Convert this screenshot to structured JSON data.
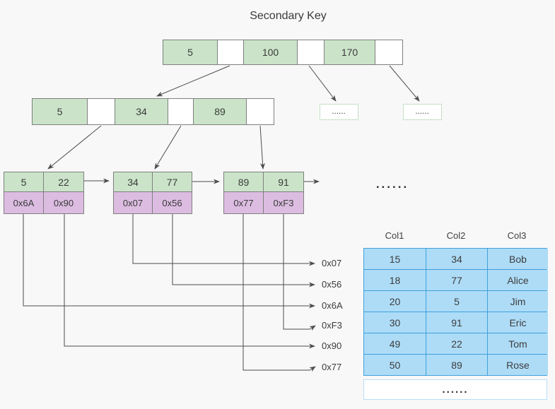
{
  "title": "Secondary Key",
  "colors": {
    "background": "#F8F8F8",
    "key_cell_fill": "#CBE4C9",
    "pointer_cell_fill": "#FFFFFF",
    "address_cell_fill": "#DCBDE1",
    "cell_border": "#7F7F7F",
    "dotted_box_border": "#8FBF8F",
    "arrow": "#4D4D4D",
    "table_cell_fill": "#AEDCF7",
    "table_border": "#3FA0DC"
  },
  "root_node": {
    "keys": [
      "5",
      "100",
      "170"
    ]
  },
  "internal_node": {
    "keys": [
      "5",
      "34",
      "89"
    ]
  },
  "ellipsis_boxes": {
    "left": "......",
    "right": "......"
  },
  "leaf_nodes": [
    {
      "keys": [
        "5",
        "22"
      ],
      "addresses": [
        "0x6A",
        "0x90"
      ]
    },
    {
      "keys": [
        "34",
        "77"
      ],
      "addresses": [
        "0x07",
        "0x56"
      ]
    },
    {
      "keys": [
        "89",
        "91"
      ],
      "addresses": [
        "0x77",
        "0xF3"
      ]
    }
  ],
  "leaf_ellipsis": "......",
  "address_labels": [
    "0x07",
    "0x56",
    "0x6A",
    "0xF3",
    "0x90",
    "0x77"
  ],
  "table": {
    "headers": [
      "Col1",
      "Col2",
      "Col3"
    ],
    "rows": [
      [
        "15",
        "34",
        "Bob"
      ],
      [
        "18",
        "77",
        "Alice"
      ],
      [
        "20",
        "5",
        "Jim"
      ],
      [
        "30",
        "91",
        "Eric"
      ],
      [
        "49",
        "22",
        "Tom"
      ],
      [
        "50",
        "89",
        "Rose"
      ]
    ],
    "ellipsis_row": "......"
  }
}
